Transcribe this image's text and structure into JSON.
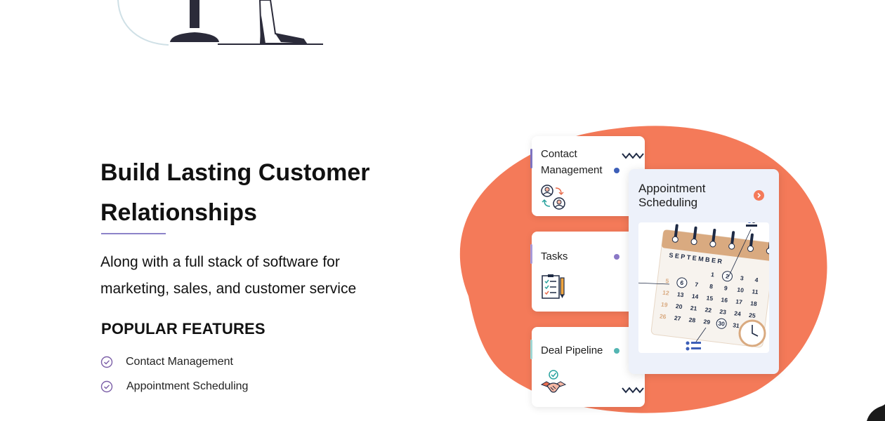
{
  "hero": {
    "heading_line1": "Build Lasting Customer",
    "heading_line2": "Relationships",
    "subtext_line1": "Along with a full stack of software for",
    "subtext_line2": "marketing, sales, and customer service",
    "features_title": "POPULAR FEATURES",
    "features": [
      {
        "label": "Contact Management",
        "icon": "check-circle-icon"
      },
      {
        "label": "Appointment Scheduling",
        "icon": "check-circle-icon"
      }
    ]
  },
  "cards": {
    "contact": {
      "label_line1": "Contact",
      "label_line2": "Management",
      "icon": "contacts-swap-icon",
      "dot_color": "#3d5fb8"
    },
    "tasks": {
      "label": "Tasks",
      "icon": "checklist-icon",
      "dot_color": "#8a78c6"
    },
    "deal": {
      "label": "Deal Pipeline",
      "icon": "handshake-icon",
      "dot_color": "#53b5b2"
    },
    "appointment": {
      "title_line1": "Appointment",
      "title_line2": "Scheduling",
      "icon": "arrow-right-icon"
    }
  },
  "calendar": {
    "month": "SEPTEMBER",
    "rows": [
      [
        "",
        "",
        "",
        "1",
        "2",
        "3",
        "4"
      ],
      [
        "5",
        "6",
        "7",
        "8",
        "9",
        "10",
        "11"
      ],
      [
        "12",
        "13",
        "14",
        "15",
        "16",
        "17",
        "18"
      ],
      [
        "19",
        "20",
        "21",
        "22",
        "23",
        "24",
        "25"
      ],
      [
        "26",
        "27",
        "28",
        "29",
        "30",
        "31",
        ""
      ]
    ],
    "highlighted": [
      "6",
      "2",
      "30"
    ]
  },
  "colors": {
    "accent_orange": "#f47a59",
    "rule_purple": "#8d83c9",
    "check_purple": "#7b5ea7",
    "calendar_tan": "#d9aa80",
    "navy": "#1e2a44"
  }
}
